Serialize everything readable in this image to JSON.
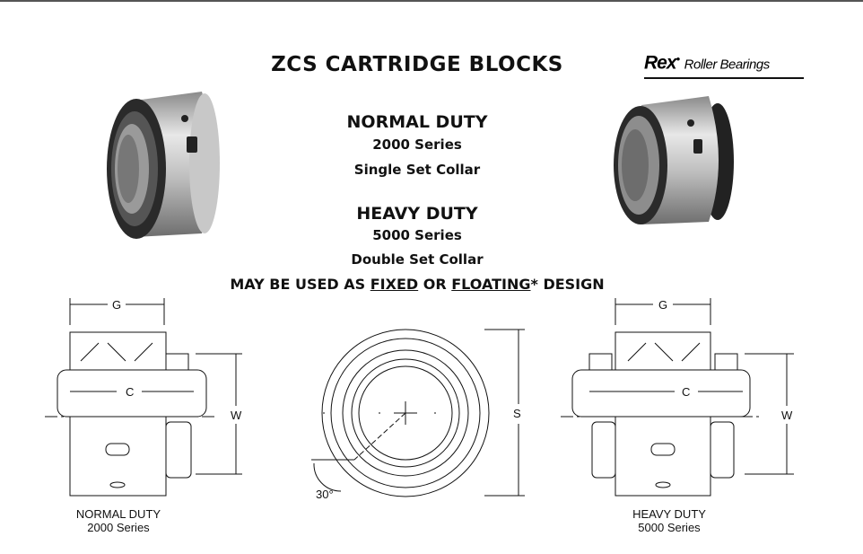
{
  "title": "ZCS CARTRIDGE BLOCKS",
  "logo": {
    "brand": "Rex",
    "tagline": "Roller Bearings"
  },
  "normal": {
    "heading": "NORMAL DUTY",
    "series": "2000 Series",
    "collar": "Single Set Collar"
  },
  "heavy": {
    "heading": "HEAVY DUTY",
    "series": "5000 Series",
    "collar": "Double Set Collar"
  },
  "design": {
    "pre": "MAY BE USED AS ",
    "fixed": "FIXED",
    "mid": " OR ",
    "floating": "FLOATING",
    "post": "* DESIGN"
  },
  "dims": {
    "g": "G",
    "c": "C",
    "w": "W",
    "s": "S",
    "angle": "30°"
  },
  "captions": {
    "left_line1": "NORMAL DUTY",
    "left_line2": "2000 Series",
    "right_line1": "HEAVY DUTY",
    "right_line2": "5000 Series"
  }
}
